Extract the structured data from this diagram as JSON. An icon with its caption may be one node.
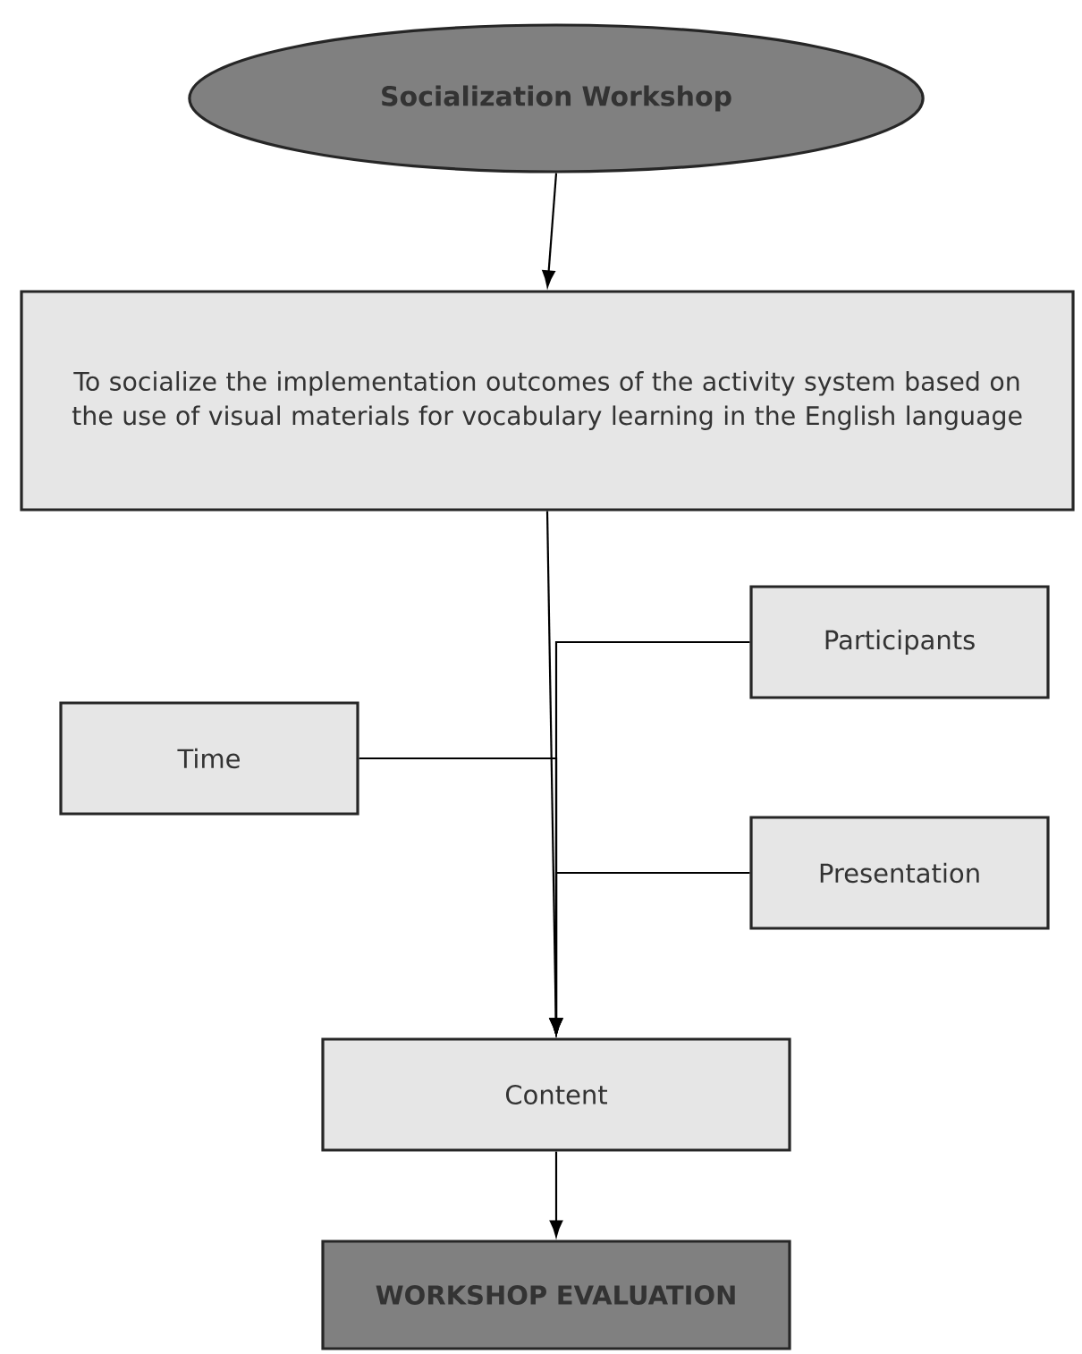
{
  "diagram": {
    "nodes": [
      {
        "text": [
          "Socialization Workshop"
        ]
      },
      {
        "text": [
          "To socialize the implementation outcomes of the activity system based on the use of visual materials for vocabulary learning in the English language"
        ]
      },
      {
        "text": [
          "Participants"
        ]
      },
      {
        "text": [
          "Time"
        ]
      },
      {
        "text": [
          "Presentation"
        ]
      },
      {
        "text": [
          "Content"
        ]
      },
      {
        "text": [
          "WORKSHOP EVALUATION"
        ]
      }
    ],
    "edges": [
      {
        "from": 0,
        "to": 1,
        "arrow": "to"
      },
      {
        "from": 1,
        "to": 5,
        "arrow": "to"
      },
      {
        "from": 2,
        "to": 5,
        "arrow": "to"
      },
      {
        "from": 3,
        "to": 5,
        "arrow": "to"
      },
      {
        "from": 4,
        "to": 5,
        "arrow": "to"
      },
      {
        "from": 5,
        "to": 6,
        "arrow": "to"
      }
    ]
  }
}
